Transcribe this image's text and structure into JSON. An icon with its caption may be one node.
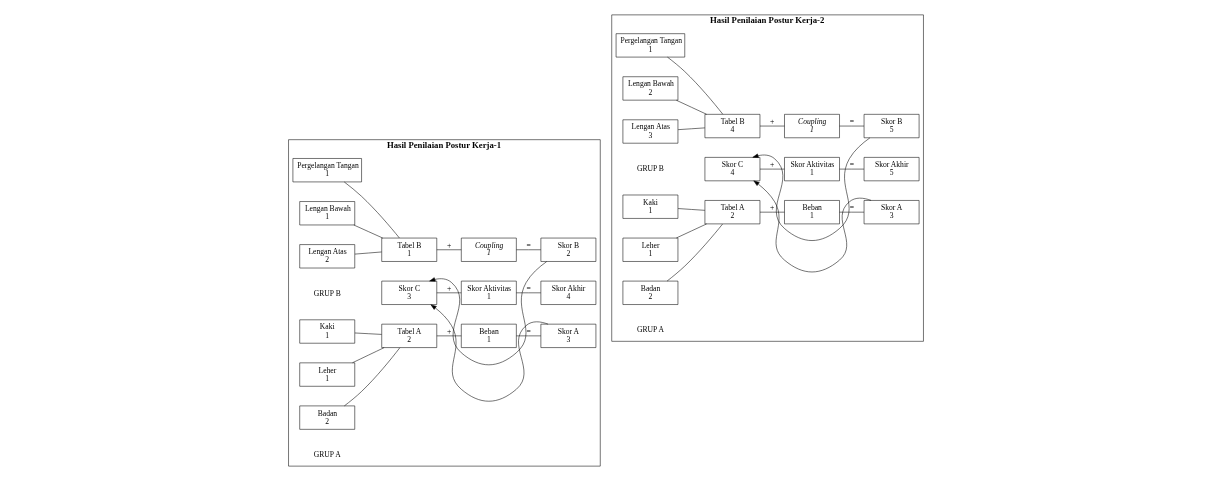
{
  "diagram": {
    "nodes": [
      {
        "text": [
          "Hasil Penilaian Postur Kerja-1"
        ]
      },
      {
        "text": [
          "Badan",
          "2"
        ],
        "in": 0
      },
      {
        "text": [
          "Leher",
          "1"
        ],
        "in": 0
      },
      {
        "text": [
          "Kaki",
          "1"
        ],
        "in": 0
      },
      {
        "text": [
          "Tabel A",
          "2"
        ],
        "in": 0
      },
      {
        "text": [
          "Beban",
          "1"
        ],
        "in": 0
      },
      {
        "text": [
          "Skor A",
          "3"
        ],
        "in": 0
      },
      {
        "text": [
          "Skor C",
          "3"
        ],
        "in": 0
      },
      {
        "text": [
          "Skor Aktivitas",
          "1"
        ],
        "in": 0
      },
      {
        "text": [
          "Skor Akhir",
          "4"
        ],
        "in": 0
      },
      {
        "text": [
          "Lengan Atas",
          "2"
        ],
        "in": 0
      },
      {
        "text": [
          "Lengan Bawah",
          "1"
        ],
        "in": 0
      },
      {
        "text": [
          "Pergelangan Tangan",
          "1"
        ],
        "in": 0
      },
      {
        "text": [
          "Tabel B",
          "1"
        ],
        "in": 0
      },
      {
        "text": [
          "Coupling",
          "1"
        ],
        "in": 0
      },
      {
        "text": [
          "Skor B",
          "2"
        ],
        "in": 0
      },
      {
        "text": [
          "Hasil Penilaian Postur Kerja-2"
        ]
      },
      {
        "text": [
          "Badan",
          "2"
        ],
        "in": 16
      },
      {
        "text": [
          "Leher",
          "1"
        ],
        "in": 16
      },
      {
        "text": [
          "Kaki",
          "1"
        ],
        "in": 16
      },
      {
        "text": [
          "Tabel A",
          "2"
        ],
        "in": 16
      },
      {
        "text": [
          "Beban",
          "1"
        ],
        "in": 16
      },
      {
        "text": [
          "Skor A",
          "3"
        ],
        "in": 16
      },
      {
        "text": [
          "Skor C",
          "4"
        ],
        "in": 16
      },
      {
        "text": [
          "Skor Aktivitas",
          "1"
        ],
        "in": 16
      },
      {
        "text": [
          "Skor Akhir",
          "5"
        ],
        "in": 16
      },
      {
        "text": [
          "Lengan Atas",
          "3"
        ],
        "in": 16
      },
      {
        "text": [
          "Lengan Bawah",
          "2"
        ],
        "in": 16
      },
      {
        "text": [
          "Pergelangan Tangan",
          "1"
        ],
        "in": 16
      },
      {
        "text": [
          "Tabel B",
          "4"
        ],
        "in": 16
      },
      {
        "text": [
          "Coupling",
          "1"
        ],
        "in": 16
      },
      {
        "text": [
          "Skor B",
          "5"
        ],
        "in": 16
      }
    ],
    "edges": [
      {
        "from": 1,
        "to": 4,
        "arrow": "none"
      },
      {
        "from": 2,
        "to": 4,
        "arrow": "none"
      },
      {
        "from": 3,
        "to": 4,
        "arrow": "none"
      },
      {
        "from": 4,
        "to": 5,
        "arrow": "none",
        "label": "+"
      },
      {
        "from": 5,
        "to": 6,
        "arrow": "none",
        "label": "="
      },
      {
        "from": 6,
        "to": 7,
        "arrow": "to"
      },
      {
        "from": 7,
        "to": 8,
        "arrow": "none",
        "label": "+"
      },
      {
        "from": 8,
        "to": 9,
        "arrow": "none",
        "label": "="
      },
      {
        "from": 15,
        "to": 7,
        "arrow": "to"
      },
      {
        "from": 10,
        "to": 13,
        "arrow": "none"
      },
      {
        "from": 11,
        "to": 13,
        "arrow": "none"
      },
      {
        "from": 12,
        "to": 13,
        "arrow": "none"
      },
      {
        "from": 13,
        "to": 14,
        "arrow": "none",
        "label": "+"
      },
      {
        "from": 14,
        "to": 15,
        "arrow": "none",
        "label": "="
      },
      {
        "from": 17,
        "to": 20,
        "arrow": "none"
      },
      {
        "from": 18,
        "to": 20,
        "arrow": "none"
      },
      {
        "from": 19,
        "to": 20,
        "arrow": "none"
      },
      {
        "from": 20,
        "to": 21,
        "arrow": "none",
        "label": "+"
      },
      {
        "from": 21,
        "to": 22,
        "arrow": "none",
        "label": "="
      },
      {
        "from": 22,
        "to": 23,
        "arrow": "to"
      },
      {
        "from": 23,
        "to": 24,
        "arrow": "none",
        "label": "+"
      },
      {
        "from": 24,
        "to": 25,
        "arrow": "none",
        "label": "="
      },
      {
        "from": 31,
        "to": 23,
        "arrow": "to"
      },
      {
        "from": 26,
        "to": 29,
        "arrow": "none"
      },
      {
        "from": 27,
        "to": 29,
        "arrow": "none"
      },
      {
        "from": 28,
        "to": 29,
        "arrow": "none"
      },
      {
        "from": 29,
        "to": 30,
        "arrow": "none",
        "label": "+"
      },
      {
        "from": 30,
        "to": 31,
        "arrow": "none",
        "label": "="
      }
    ],
    "labels": [
      "GRUP A",
      "GRUP A",
      "GRUP B",
      "GRUP B"
    ]
  }
}
